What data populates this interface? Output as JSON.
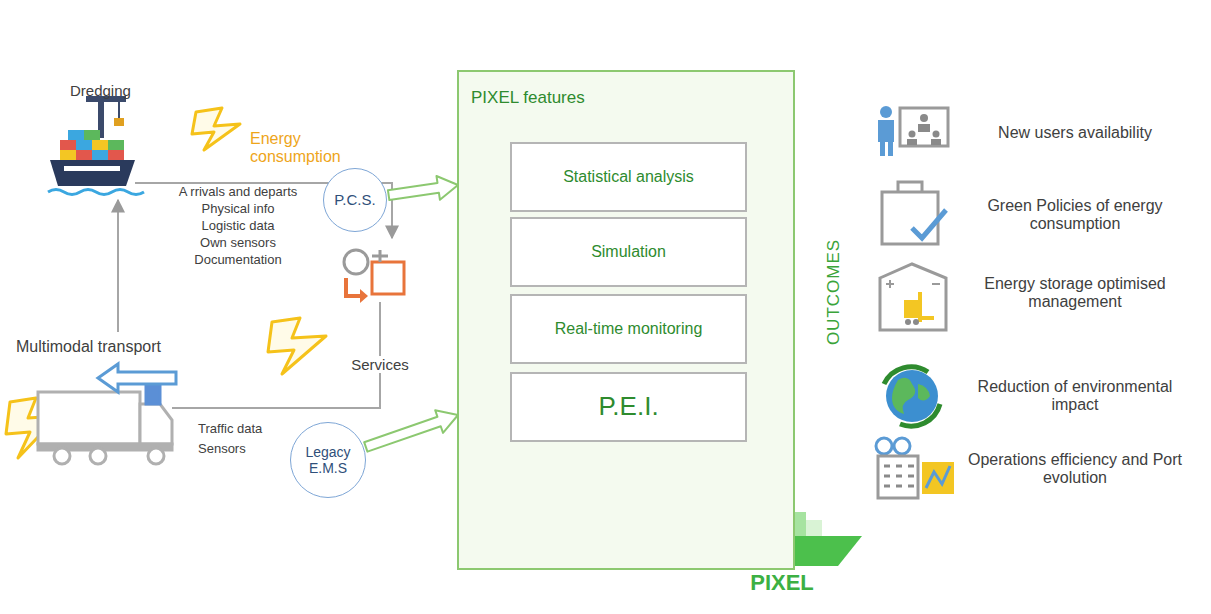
{
  "diagram": {
    "nodes": [
      {
        "text": [
          "P.C.S."
        ]
      },
      {
        "text": [
          "Legacy E.M.S"
        ]
      },
      {
        "text": [
          "PIXEL features"
        ]
      },
      {
        "text": [
          "Statistical analysis"
        ],
        "in": 2
      },
      {
        "text": [
          "Simulation"
        ],
        "in": 2
      },
      {
        "text": [
          "Real-time monitoring"
        ],
        "in": 2
      },
      {
        "text": [
          "P.E.I."
        ],
        "in": 2
      }
    ],
    "edges": [
      {
        "from": 0,
        "to": 2,
        "arrow": "to"
      },
      {
        "from": 1,
        "to": 2,
        "arrow": "to"
      }
    ],
    "labels": [
      "Dredging",
      "Energy consumption",
      "A rrivals and departs",
      "Physical info",
      "Logistic data",
      "Own sensors",
      "Documentation",
      "Services",
      "Multimodal transport",
      "Traffic data",
      "Sensors",
      "OUTCOMES",
      "New users availability",
      "Green Policies of energy consumption",
      "Energy storage optimised management",
      "Reduction of environmental impact",
      "Operations efficiency and Port evolution",
      "PIXEL"
    ]
  }
}
